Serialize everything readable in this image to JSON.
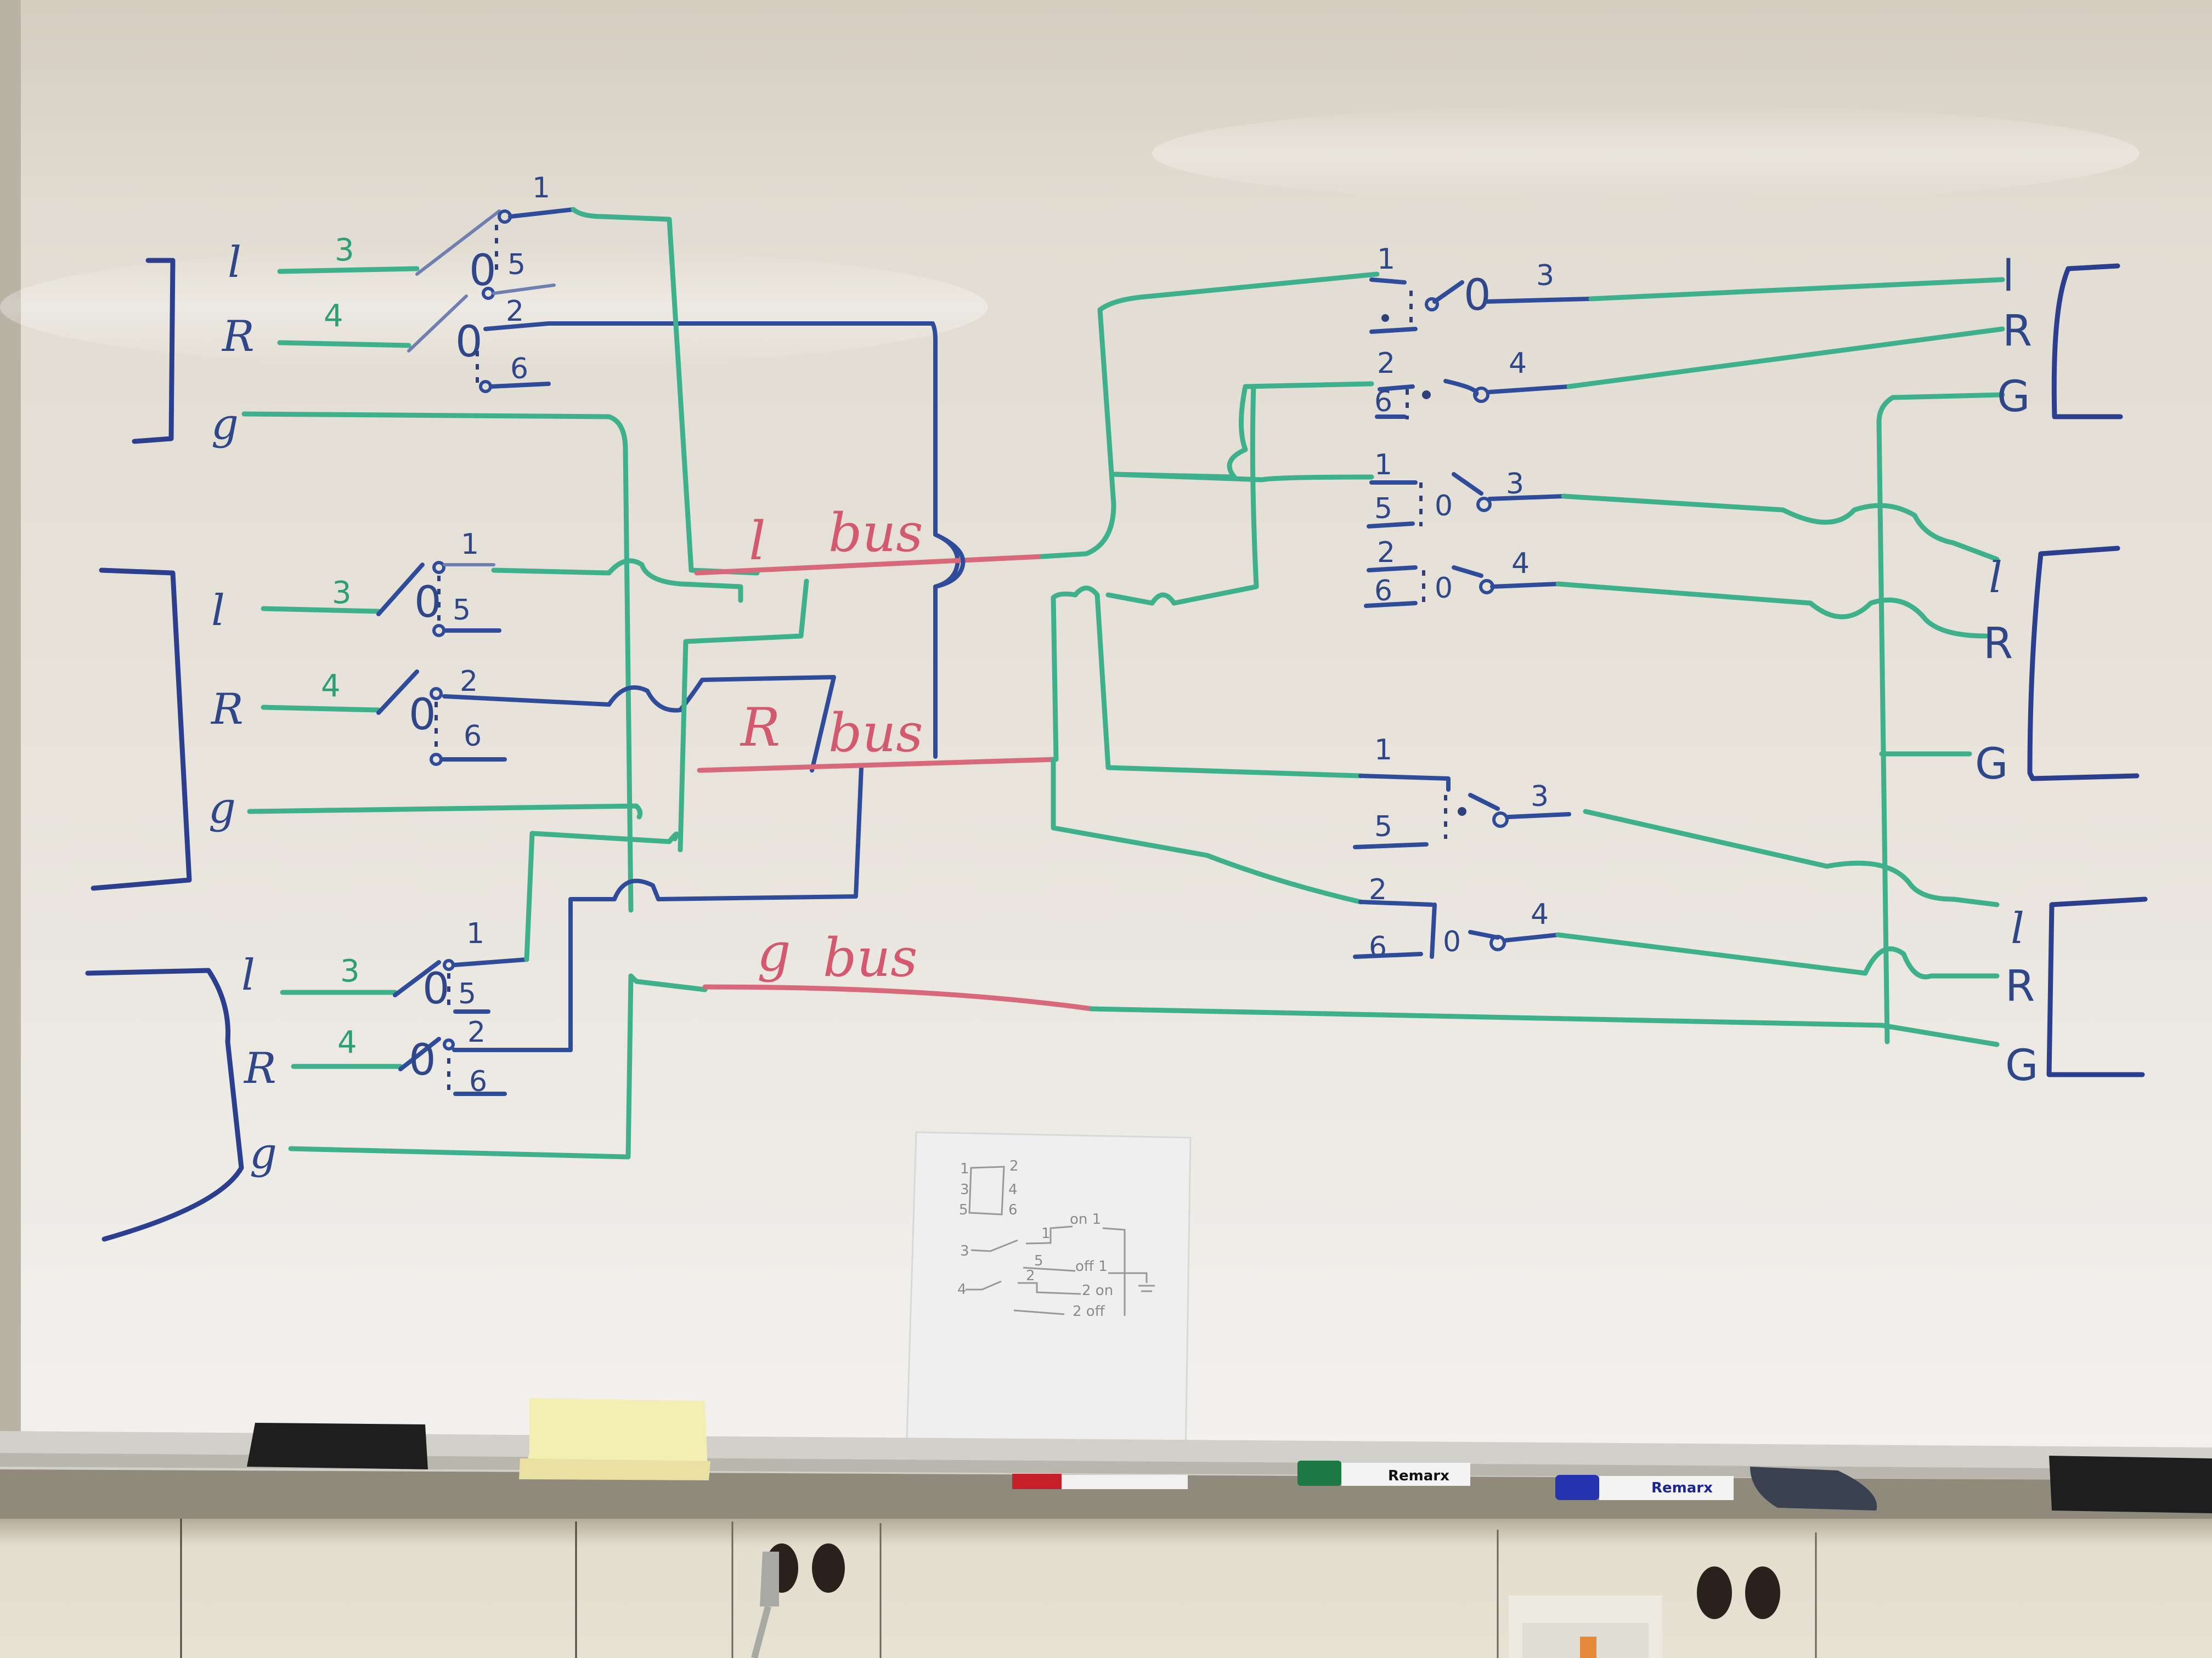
{
  "board": {
    "surface_color": "#e6e2da",
    "ink_colors": {
      "green": "#3fb08c",
      "blue": "#2f4c9a",
      "red": "#d8697a"
    }
  },
  "left_groups": [
    {
      "labels": [
        "l",
        "R",
        "g"
      ],
      "wire_nums": [
        "3",
        "4"
      ],
      "switch_terms": [
        "1",
        "5",
        "2",
        "6"
      ]
    },
    {
      "labels": [
        "l",
        "R",
        "g"
      ],
      "wire_nums": [
        "3",
        "4"
      ],
      "switch_terms": [
        "1",
        "5",
        "2",
        "6"
      ]
    },
    {
      "labels": [
        "l",
        "R",
        "g"
      ],
      "wire_nums": [
        "3",
        "4"
      ],
      "switch_terms": [
        "1",
        "5",
        "2",
        "6"
      ]
    }
  ],
  "buses": [
    {
      "prefix": "l",
      "label": "bus"
    },
    {
      "prefix": "R",
      "label": "bus"
    },
    {
      "prefix": "g",
      "label": "bus"
    }
  ],
  "right_switches": [
    {
      "terms": [
        "1",
        "",
        "3"
      ]
    },
    {
      "terms": [
        "2",
        "6",
        "4"
      ]
    },
    {
      "terms": [
        "1",
        "5",
        "3"
      ]
    },
    {
      "terms": [
        "2",
        "6",
        "4"
      ]
    },
    {
      "terms": [
        "1",
        "5",
        "3"
      ]
    },
    {
      "terms": [
        "2",
        "6",
        "4"
      ]
    }
  ],
  "right_groups": [
    {
      "labels": [
        "l",
        "R",
        "G"
      ]
    },
    {
      "labels": [
        "l",
        "R",
        "G"
      ]
    },
    {
      "labels": [
        "l",
        "R",
        "G"
      ]
    }
  ],
  "paper_sketch": {
    "pin_labels": [
      "1",
      "2",
      "3",
      "4",
      "5",
      "6"
    ],
    "wire_labels": [
      "3",
      "4",
      "1",
      "5",
      "2"
    ],
    "notes": [
      "on 1",
      "off 1",
      "2 on",
      "2 off"
    ]
  },
  "tray_items": [
    {
      "name": "eraser",
      "color": "#1f1f1f"
    },
    {
      "name": "sticky-notes",
      "color": "#f4efb0"
    },
    {
      "name": "red-marker",
      "color": "#c8202a"
    },
    {
      "name": "green-marker",
      "brand": "Remarx",
      "color": "#1e7a44"
    },
    {
      "name": "blue-marker",
      "brand": "Remarx",
      "color": "#2433b0"
    },
    {
      "name": "cloth",
      "color": "#3a4150"
    },
    {
      "name": "eraser",
      "color": "#1f1f1f"
    }
  ]
}
